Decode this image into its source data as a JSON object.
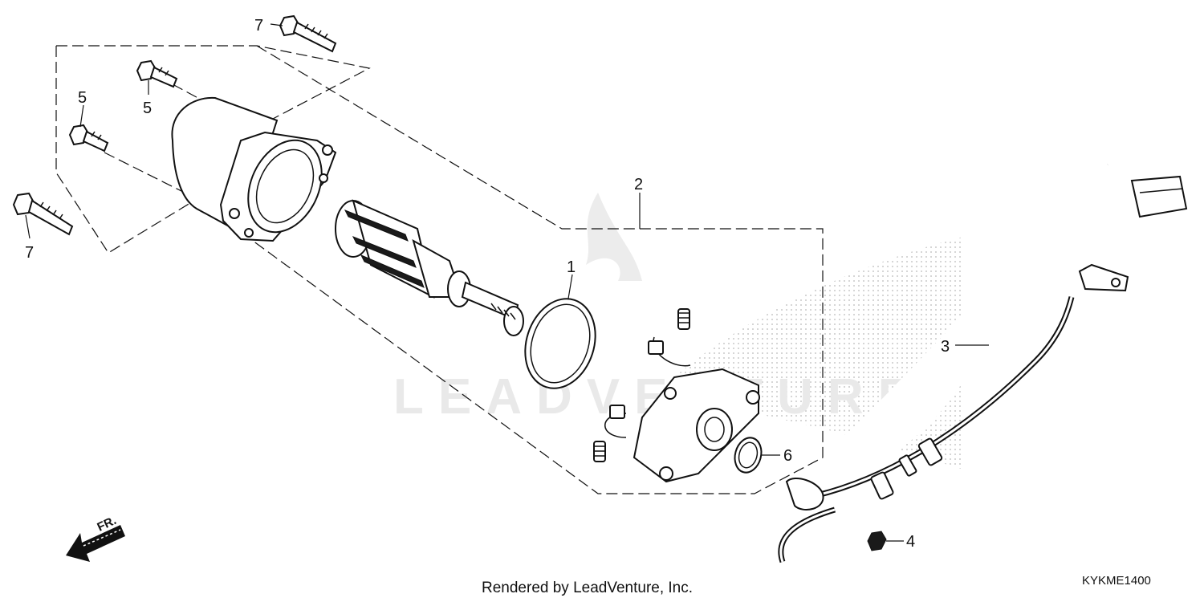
{
  "watermark": {
    "brand": "LEADVENTURE"
  },
  "callouts": {
    "bolt_top": "7",
    "bolt_left": "7",
    "bolt_mid_upper": "5",
    "bolt_mid_lower": "5",
    "o_ring": "1",
    "brush_holder_assembly": "2",
    "cable": "3",
    "screw": "4",
    "small_o_ring": "6"
  },
  "direction": {
    "label": "FR."
  },
  "footer": {
    "credit": "Rendered by LeadVenture, Inc.",
    "diagram_code": "KYKME1400"
  }
}
